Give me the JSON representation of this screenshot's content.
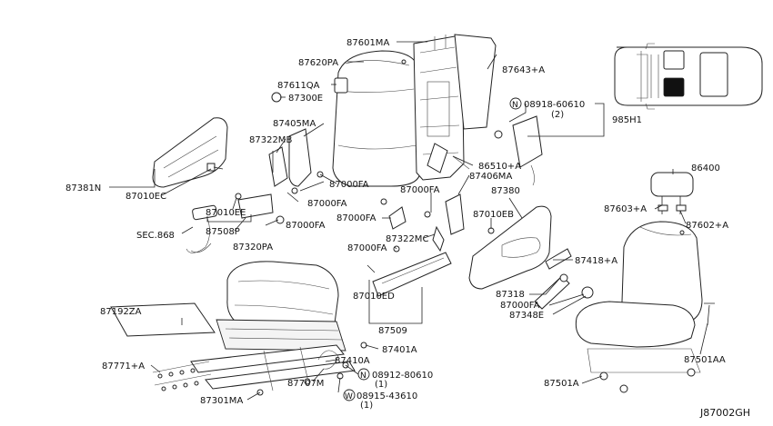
{
  "diagram_id": "J87002GH",
  "parts": {
    "p87601MA": "87601MA",
    "p87620PA": "87620PA",
    "p87643A": "87643+A",
    "p87611QA": "87611QA",
    "p87300E": "87300E",
    "p08918": "08918-60610",
    "p08918q": "(2)",
    "p985H1": "985H1",
    "p87405MA": "87405MA",
    "p87322MB": "87322MB",
    "p86400": "86400",
    "p86510A": "86510+A",
    "p87406MA": "87406MA",
    "p87381N": "87381N",
    "p87010EC": "87010EC",
    "p87000FA_1": "87000FA",
    "p87000FA_2": "87000FA",
    "p87000FA_3": "87000FA",
    "p87000FA_4": "87000FA",
    "p87000FA_5": "87000FA",
    "p87000FA_6": "87000FA",
    "p87000FA_7": "87000FA",
    "p87380": "87380",
    "p87010EE": "87010EE",
    "p87010EB": "87010EB",
    "p87603A": "87603+A",
    "p87602A": "87602+A",
    "p87508P": "87508P",
    "pSEC868": "SEC.868",
    "p87322MC": "87322MC",
    "p87320PA": "87320PA",
    "p87418A": "87418+A",
    "p87192ZA": "87192ZA",
    "p87010ED": "87010ED",
    "p87318": "87318",
    "p87348E": "87348E",
    "p87509": "87509",
    "p87771A": "87771+A",
    "p87401A": "87401A",
    "p87410A": "87410A",
    "p08912": "08912-80610",
    "p08912q": "(1)",
    "p87707M": "87707M",
    "p08915": "08915-43610",
    "p08915q": "(1)",
    "p87301MA": "87301MA",
    "p87501A": "87501A",
    "p87501AA": "87501AA",
    "markN1": "N",
    "markN2": "N",
    "markW": "W"
  }
}
